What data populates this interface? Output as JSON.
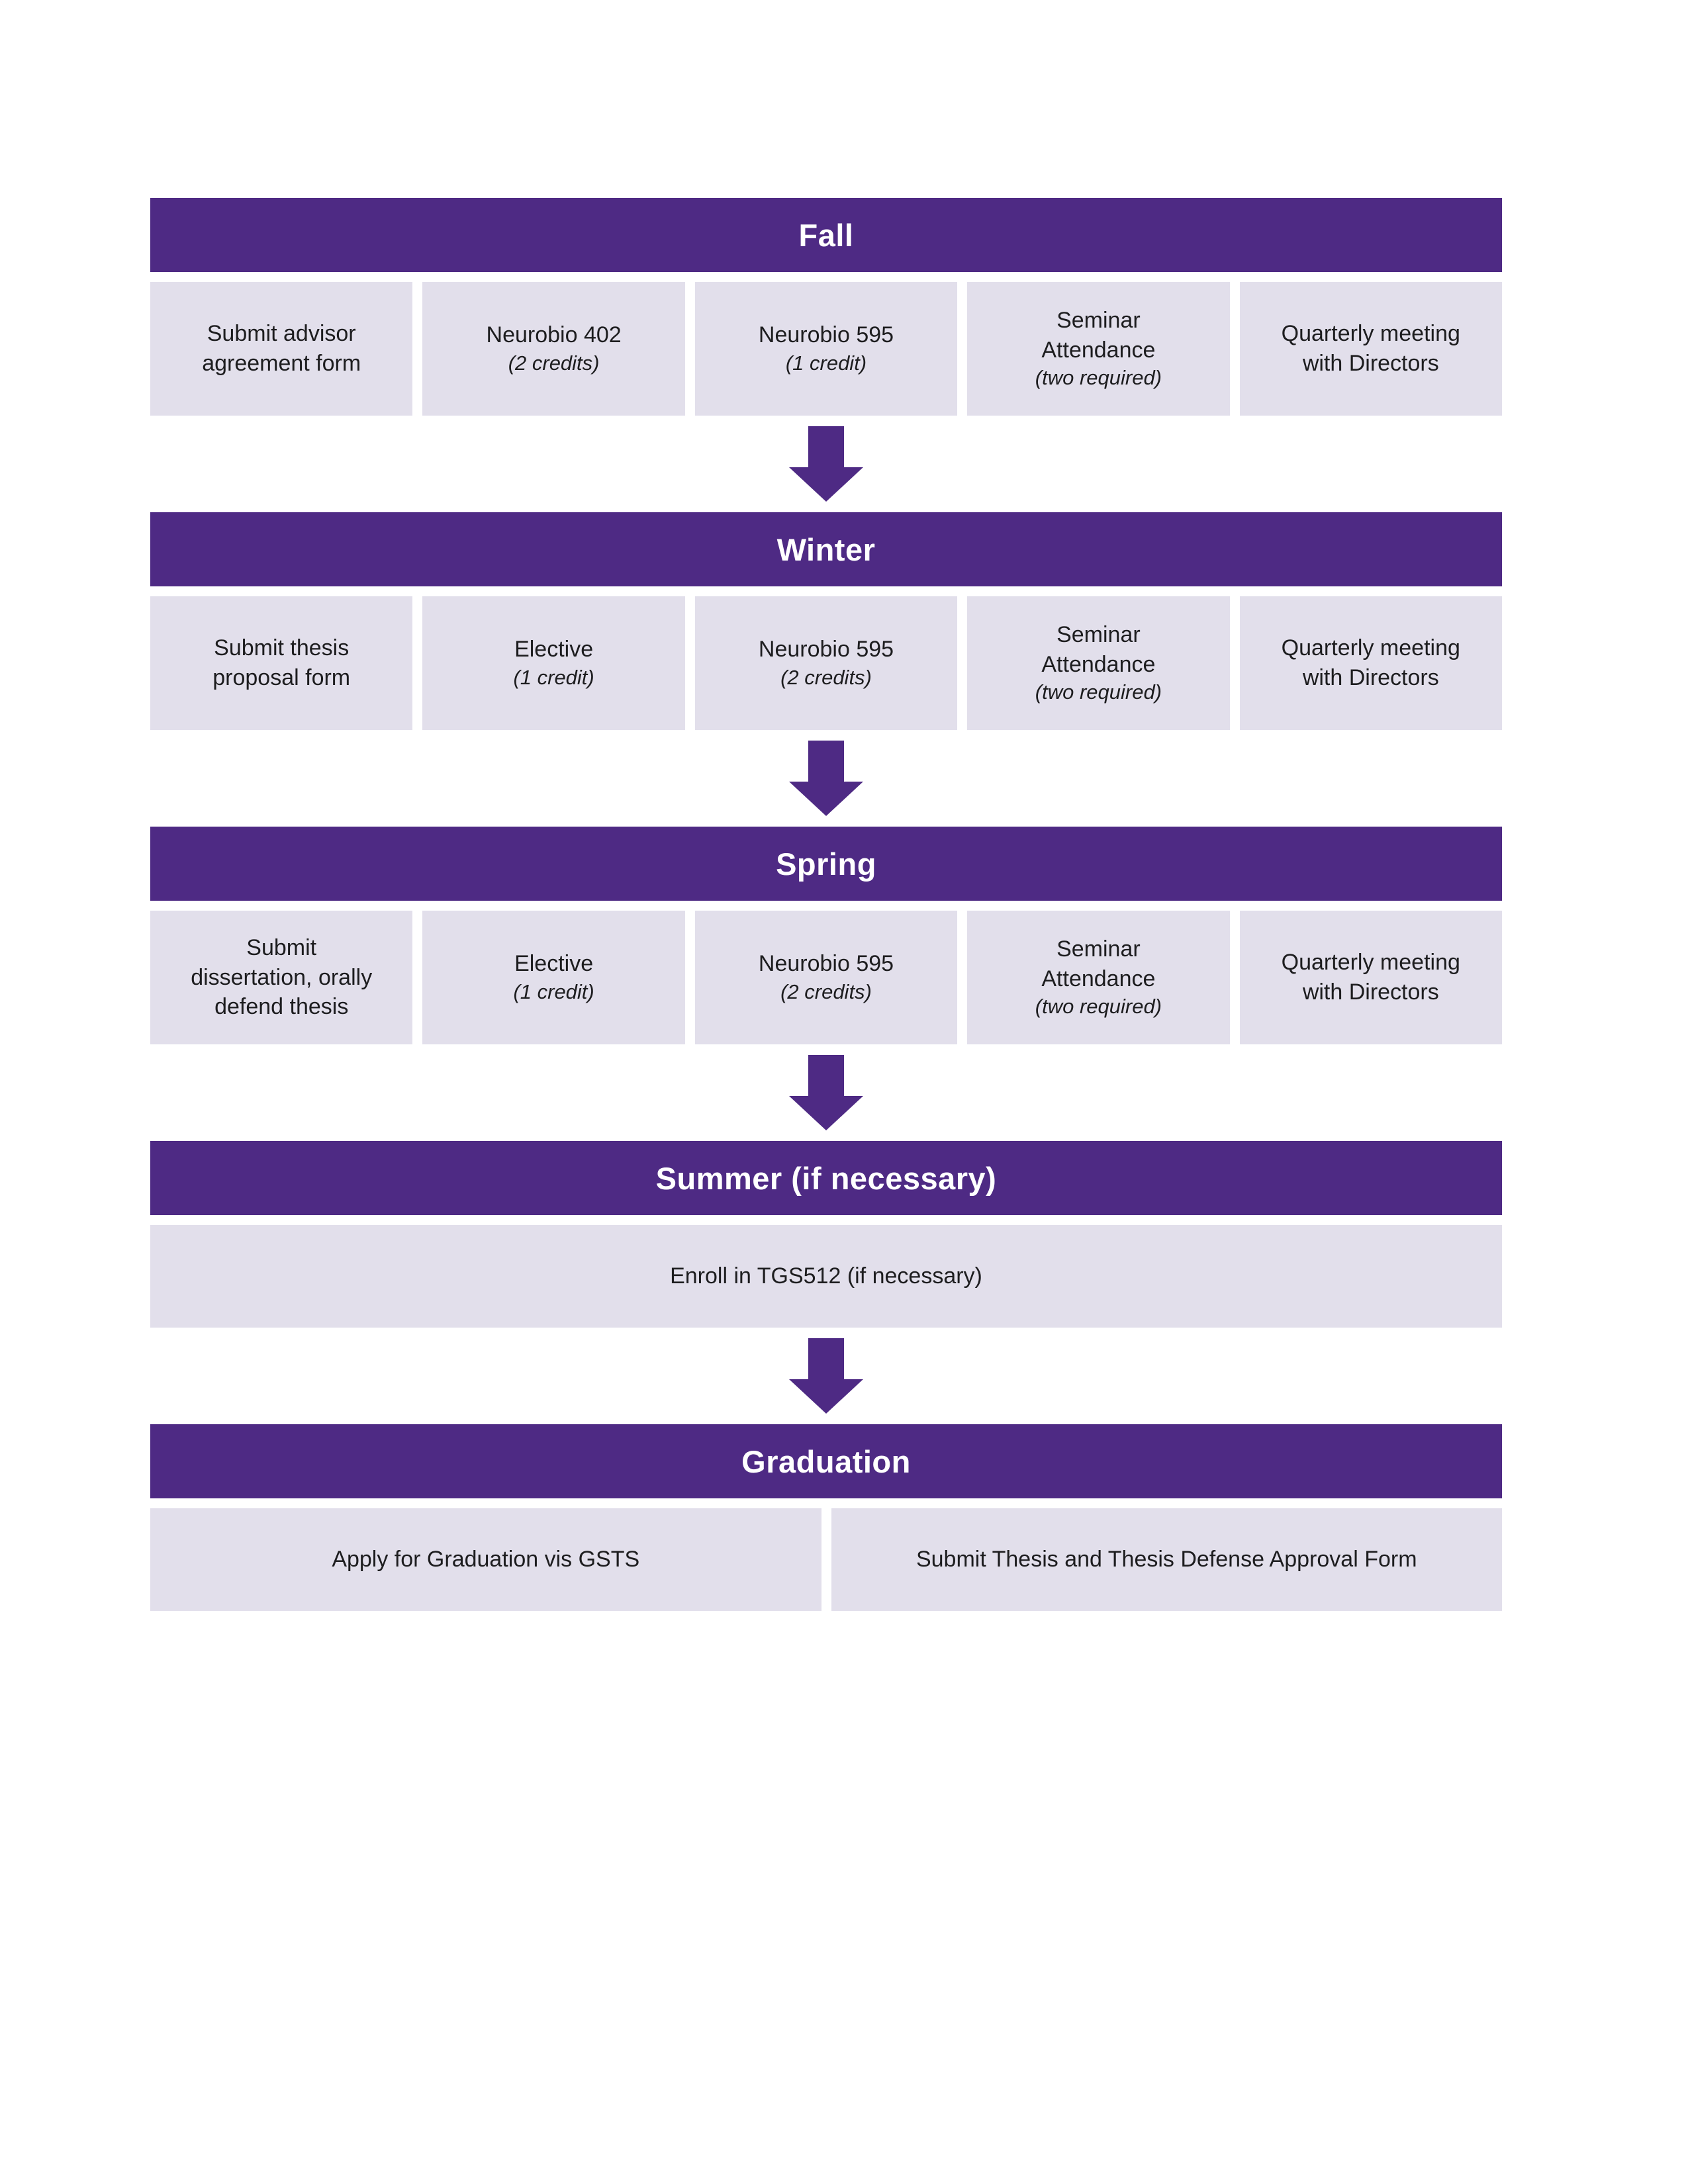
{
  "theme": {
    "header_bg": "#4E2A84",
    "header_text": "#FFFFFF",
    "cell_bg": "#E2DFEB",
    "cell_text": "#1D1D1F",
    "arrow_color": "#4E2A84",
    "page_bg": "#FFFFFF"
  },
  "sections": [
    {
      "title": "Fall",
      "cells": [
        {
          "line1": "Submit advisor",
          "line2": "agreement form"
        },
        {
          "line1": "Neurobio 402",
          "note": "(2 credits)"
        },
        {
          "line1": "Neurobio 595",
          "note": "(1 credit)"
        },
        {
          "line1": "Seminar",
          "line2": "Attendance",
          "note": "(two required)"
        },
        {
          "line1": "Quarterly meeting",
          "line2": "with Directors"
        }
      ]
    },
    {
      "title": "Winter",
      "cells": [
        {
          "line1": "Submit thesis",
          "line2": "proposal form"
        },
        {
          "line1": "Elective",
          "note": "(1 credit)"
        },
        {
          "line1": "Neurobio 595",
          "note": "(2 credits)"
        },
        {
          "line1": "Seminar",
          "line2": "Attendance",
          "note": "(two required)"
        },
        {
          "line1": "Quarterly meeting",
          "line2": "with Directors"
        }
      ]
    },
    {
      "title": "Spring",
      "cells": [
        {
          "line1": "Submit",
          "line2": "dissertation, orally",
          "line3": "defend thesis"
        },
        {
          "line1": "Elective",
          "note": "(1 credit)"
        },
        {
          "line1": "Neurobio 595",
          "note": "(2 credits)"
        },
        {
          "line1": "Seminar",
          "line2": "Attendance",
          "note": "(two required)"
        },
        {
          "line1": "Quarterly meeting",
          "line2": "with Directors"
        }
      ]
    },
    {
      "title": "Summer (if necessary)",
      "cells": [
        {
          "line1": "Enroll in TGS512 (if necessary)"
        }
      ]
    },
    {
      "title": "Graduation",
      "cells": [
        {
          "line1": "Apply for Graduation vis GSTS"
        },
        {
          "line1": "Submit Thesis and Thesis Defense Approval Form"
        }
      ]
    }
  ]
}
